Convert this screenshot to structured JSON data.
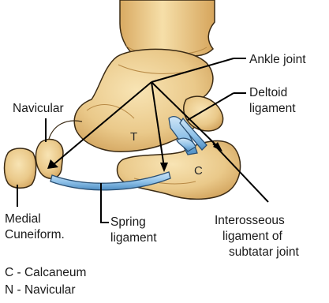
{
  "labels": {
    "ankle_joint": "Ankle joint",
    "deltoid_line1": "Deltoid",
    "deltoid_line2": "ligament",
    "navicular": "Navicular",
    "medial_cuneiform_line1": "Medial",
    "medial_cuneiform_line2": "Cuneiform.",
    "spring_line1": "Spring",
    "spring_line2": "ligament",
    "interosseous_line1": "Interosseous",
    "interosseous_line2": "ligament of",
    "interosseous_line3": "subtatar joint",
    "talus_letter": "T",
    "calcaneum_letter": "C"
  },
  "legend": [
    {
      "text": "C - Calcaneum"
    },
    {
      "text": "N - Navicular"
    }
  ],
  "colors": {
    "bone_fill": "#eac98a",
    "bone_shadow": "#d0a35e",
    "bone_outline": "#3a2a14",
    "ligament_fill": "#8fc1e8",
    "ligament_outline": "#2a4f72",
    "leader_line": "#000000"
  }
}
